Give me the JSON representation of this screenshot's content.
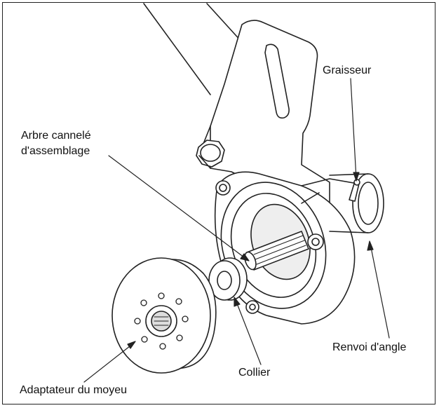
{
  "labels": {
    "graisseur": "Graisseur",
    "arbre_line1": "Arbre cannelé",
    "arbre_line2": "d'assemblage",
    "renvoi": "Renvoi d'angle",
    "collier": "Collier",
    "adaptateur": "Adaptateur du moyeu"
  },
  "colors": {
    "line": "#222222",
    "background": "#ffffff",
    "shade": "#d9d9d9"
  }
}
